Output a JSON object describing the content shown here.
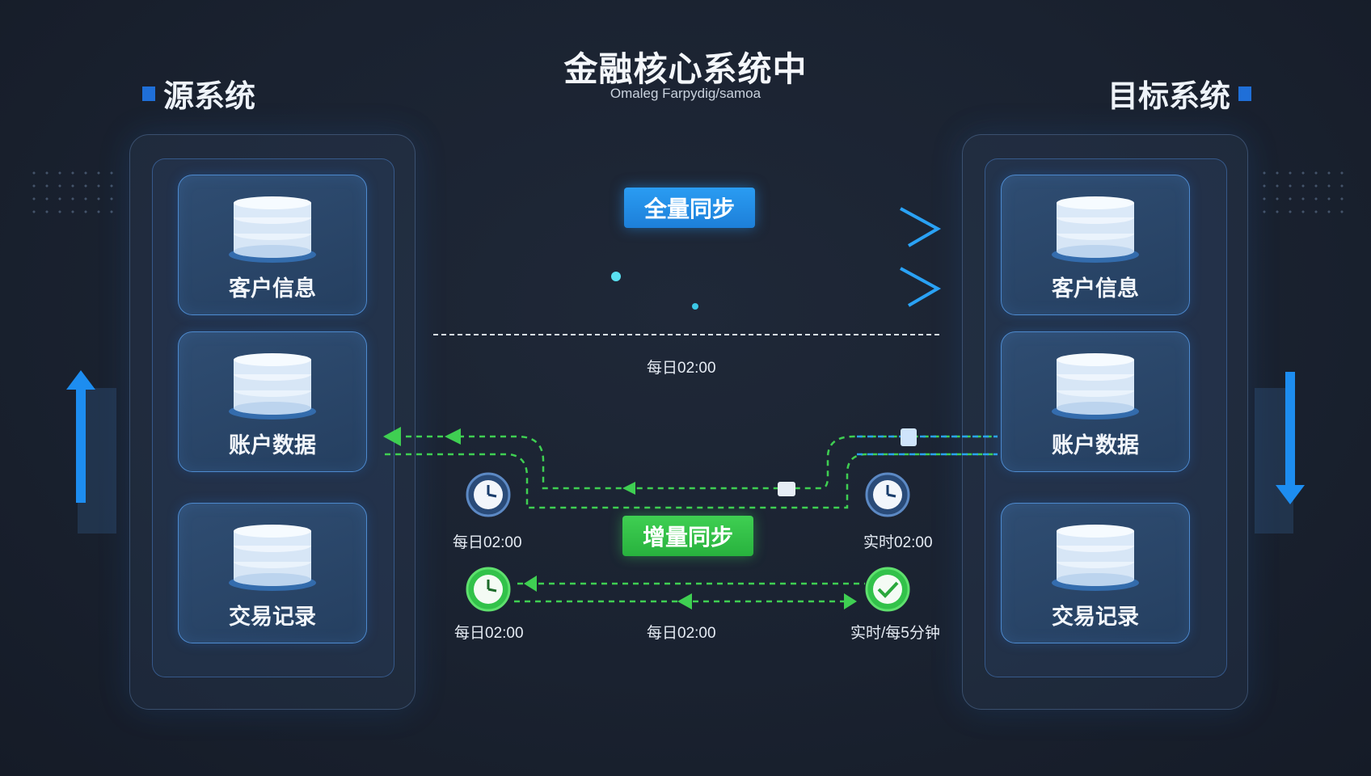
{
  "header": {
    "title": "金融核心系统中",
    "subtitle": "Omaleg Farpydig/samoa"
  },
  "source": {
    "title": "源系统",
    "cards": [
      {
        "label": "客户信息",
        "icon": "database-icon"
      },
      {
        "label": "账户数据",
        "icon": "database-icon"
      },
      {
        "label": "交易记录",
        "icon": "database-icon"
      }
    ]
  },
  "target": {
    "title": "目标系统",
    "cards": [
      {
        "label": "客户信息",
        "icon": "database-icon"
      },
      {
        "label": "账户数据",
        "icon": "database-icon"
      },
      {
        "label": "交易记录",
        "icon": "database-icon"
      }
    ]
  },
  "full_sync": {
    "label": "全量同步",
    "schedule": "每日02:00"
  },
  "incremental_sync": {
    "label": "增量同步",
    "left_top_schedule": "每日02:00",
    "right_top_schedule": "实时02:00",
    "left_bottom_schedule": "每日02:00",
    "middle_bottom_schedule": "每日02:00",
    "right_bottom_schedule": "实时/每5分钟"
  },
  "colors": {
    "blue_accent": "#2a9cf2",
    "green_accent": "#3fcf52",
    "background": "#1a2230"
  }
}
